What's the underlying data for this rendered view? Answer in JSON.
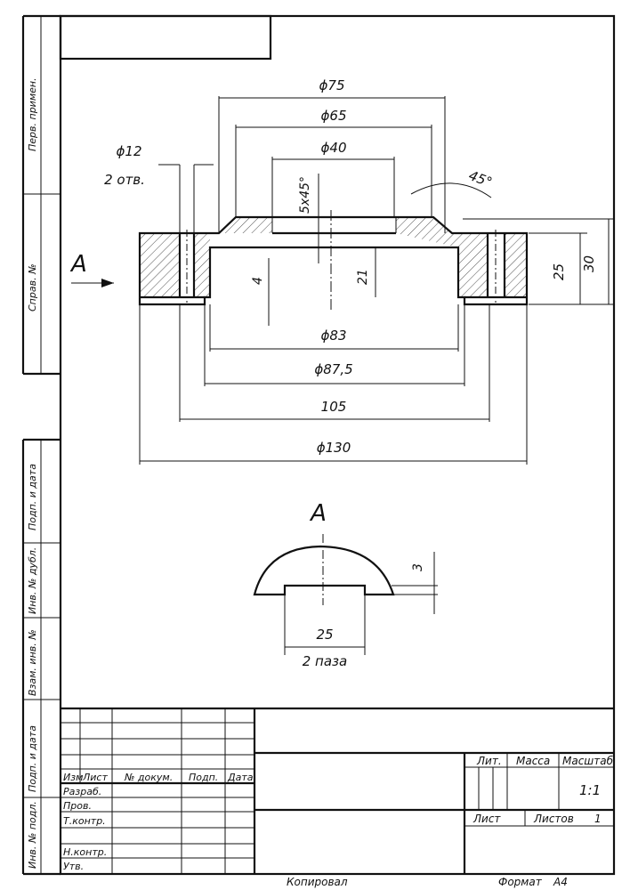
{
  "dimensions": {
    "d75": "ϕ75",
    "d65": "ϕ65",
    "d40": "ϕ40",
    "d12": "ϕ12",
    "holes": "2 отв.",
    "chamfer": "5x45°",
    "angle": "45°",
    "h25": "25",
    "h30": "30",
    "h4": "4",
    "h21": "21",
    "d83": "ϕ83",
    "d87": "ϕ87,5",
    "w105": "105",
    "d130": "ϕ130",
    "view_a_arrow": "A",
    "view_a_title": "A",
    "slot_depth": "3",
    "slot_width": "25",
    "slots": "2 паза"
  },
  "side_stamp": {
    "perv_primen": "Перв. примен.",
    "sprav_no": "Справ. №",
    "podp_data_1": "Подп. и дата",
    "inv_dubl": "Инв. № дубл.",
    "vzam_inv": "Взам. инв. №",
    "podp_data_2": "Подп. и дата",
    "inv_podl": "Инв. № подл."
  },
  "title_block": {
    "izm": "Изм",
    "list": "Лист",
    "n_dokum": "№ докум.",
    "podp": "Подп.",
    "data": "Дата",
    "razrab": "Разраб.",
    "prov": "Пров.",
    "t_kontr": "Т.контр.",
    "n_kontr": "Н.контр.",
    "utv": "Утв.",
    "lit": "Лит.",
    "massa": "Масса",
    "masshtab": "Масштаб",
    "scale_value": "1:1",
    "list_label": "Лист",
    "listov_label": "Листов",
    "listov_value": "1"
  },
  "footer": {
    "kopiroval": "Копировал",
    "format": "Формат",
    "format_value": "А4"
  }
}
